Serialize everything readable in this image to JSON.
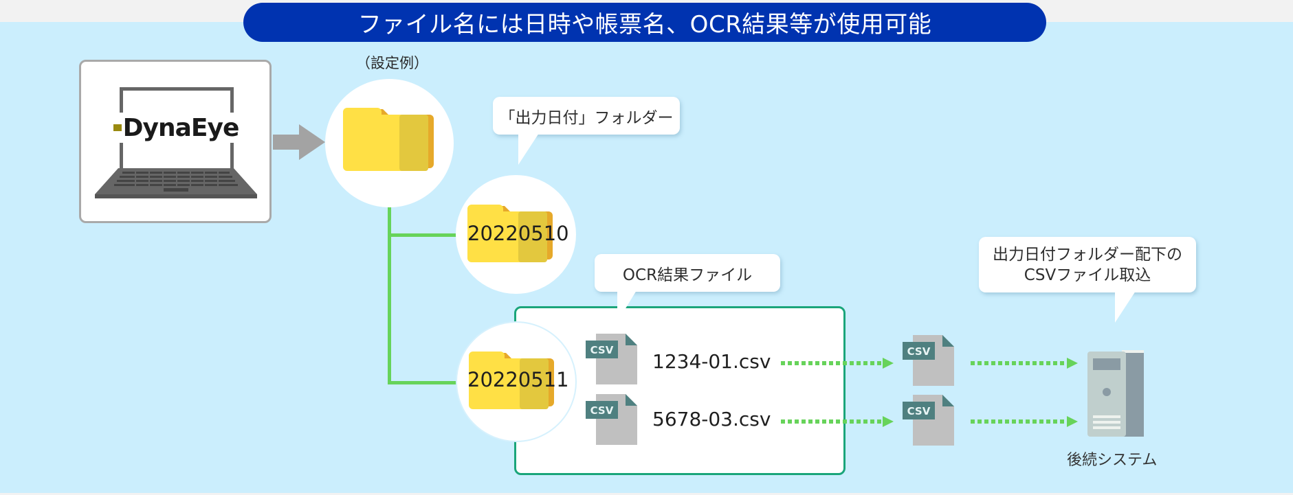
{
  "title": "ファイル名には日時や帳票名、OCR結果等が使用可能",
  "colors": {
    "title_bg": "#0033b0",
    "canvas_bg": "#cbeefd",
    "tree_line": "#67d35a",
    "file_box_border": "#1aa57a",
    "flow_arrow": "#67d35a",
    "csv_badge": "#4f8080"
  },
  "app": {
    "logo_text": "DynaEye",
    "icon": "laptop-icon"
  },
  "example_caption": "（設定例）",
  "bubbles": {
    "output_date_folder": "「出力日付」フォルダー",
    "ocr_result_file": "OCR結果ファイル",
    "import_line1": "出力日付フォルダー配下の",
    "import_line2": "CSVファイル取込"
  },
  "folders": [
    {
      "name": "20220510"
    },
    {
      "name": "20220511"
    }
  ],
  "files": [
    {
      "badge": "CSV",
      "name": "1234-01.csv"
    },
    {
      "badge": "CSV",
      "name": "5678-03.csv"
    }
  ],
  "transferred_files": [
    {
      "badge": "CSV"
    },
    {
      "badge": "CSV"
    }
  ],
  "downstream": {
    "label": "後続システム",
    "icon": "server-icon"
  }
}
